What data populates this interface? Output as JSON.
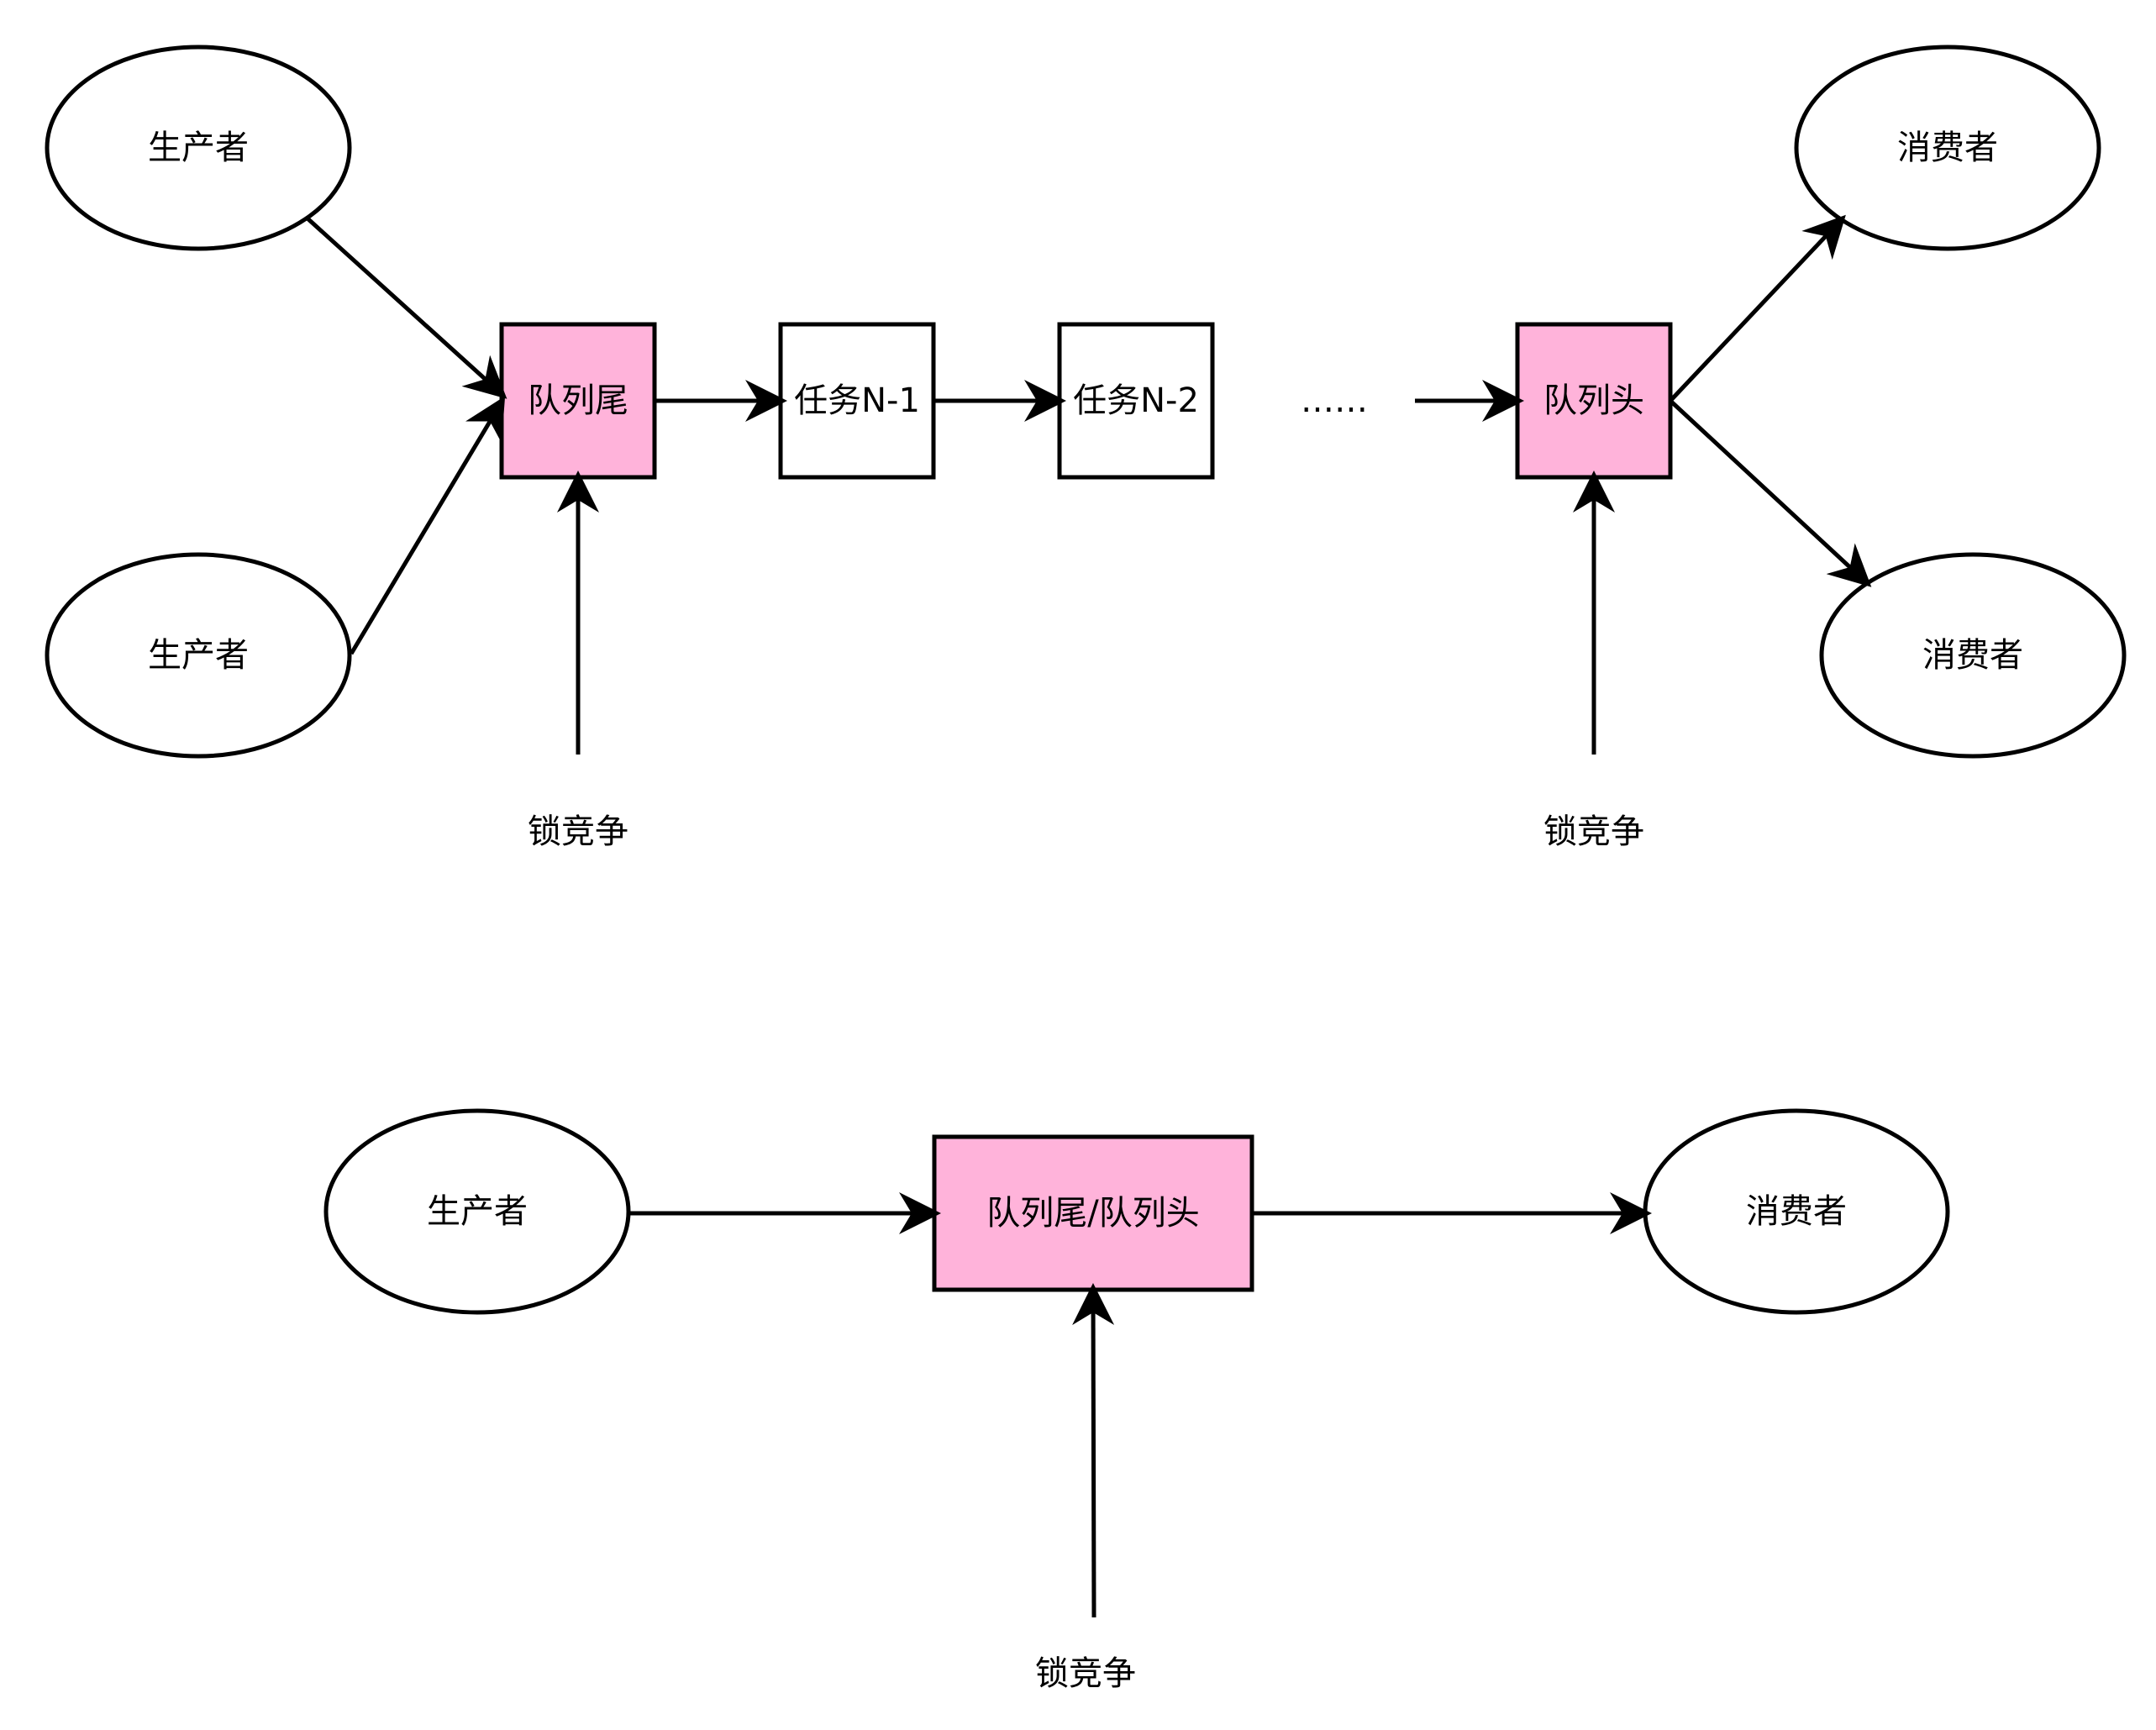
{
  "colors": {
    "highlight_fill": "#ffb3da",
    "plain_fill": "#ffffff",
    "stroke": "#000000"
  },
  "top": {
    "producer_1": "生产者",
    "producer_2": "生产者",
    "queue_tail": "队列尾",
    "task_n1": "任务N-1",
    "task_n2": "任务N-2",
    "ellipsis": "……",
    "queue_head": "队列头",
    "consumer_1": "消费者",
    "consumer_2": "消费者",
    "lock_tail": "锁竞争",
    "lock_head": "锁竞争"
  },
  "bottom": {
    "producer": "生产者",
    "queue_both": "队列尾/队列头",
    "consumer": "消费者",
    "lock": "锁竞争"
  }
}
